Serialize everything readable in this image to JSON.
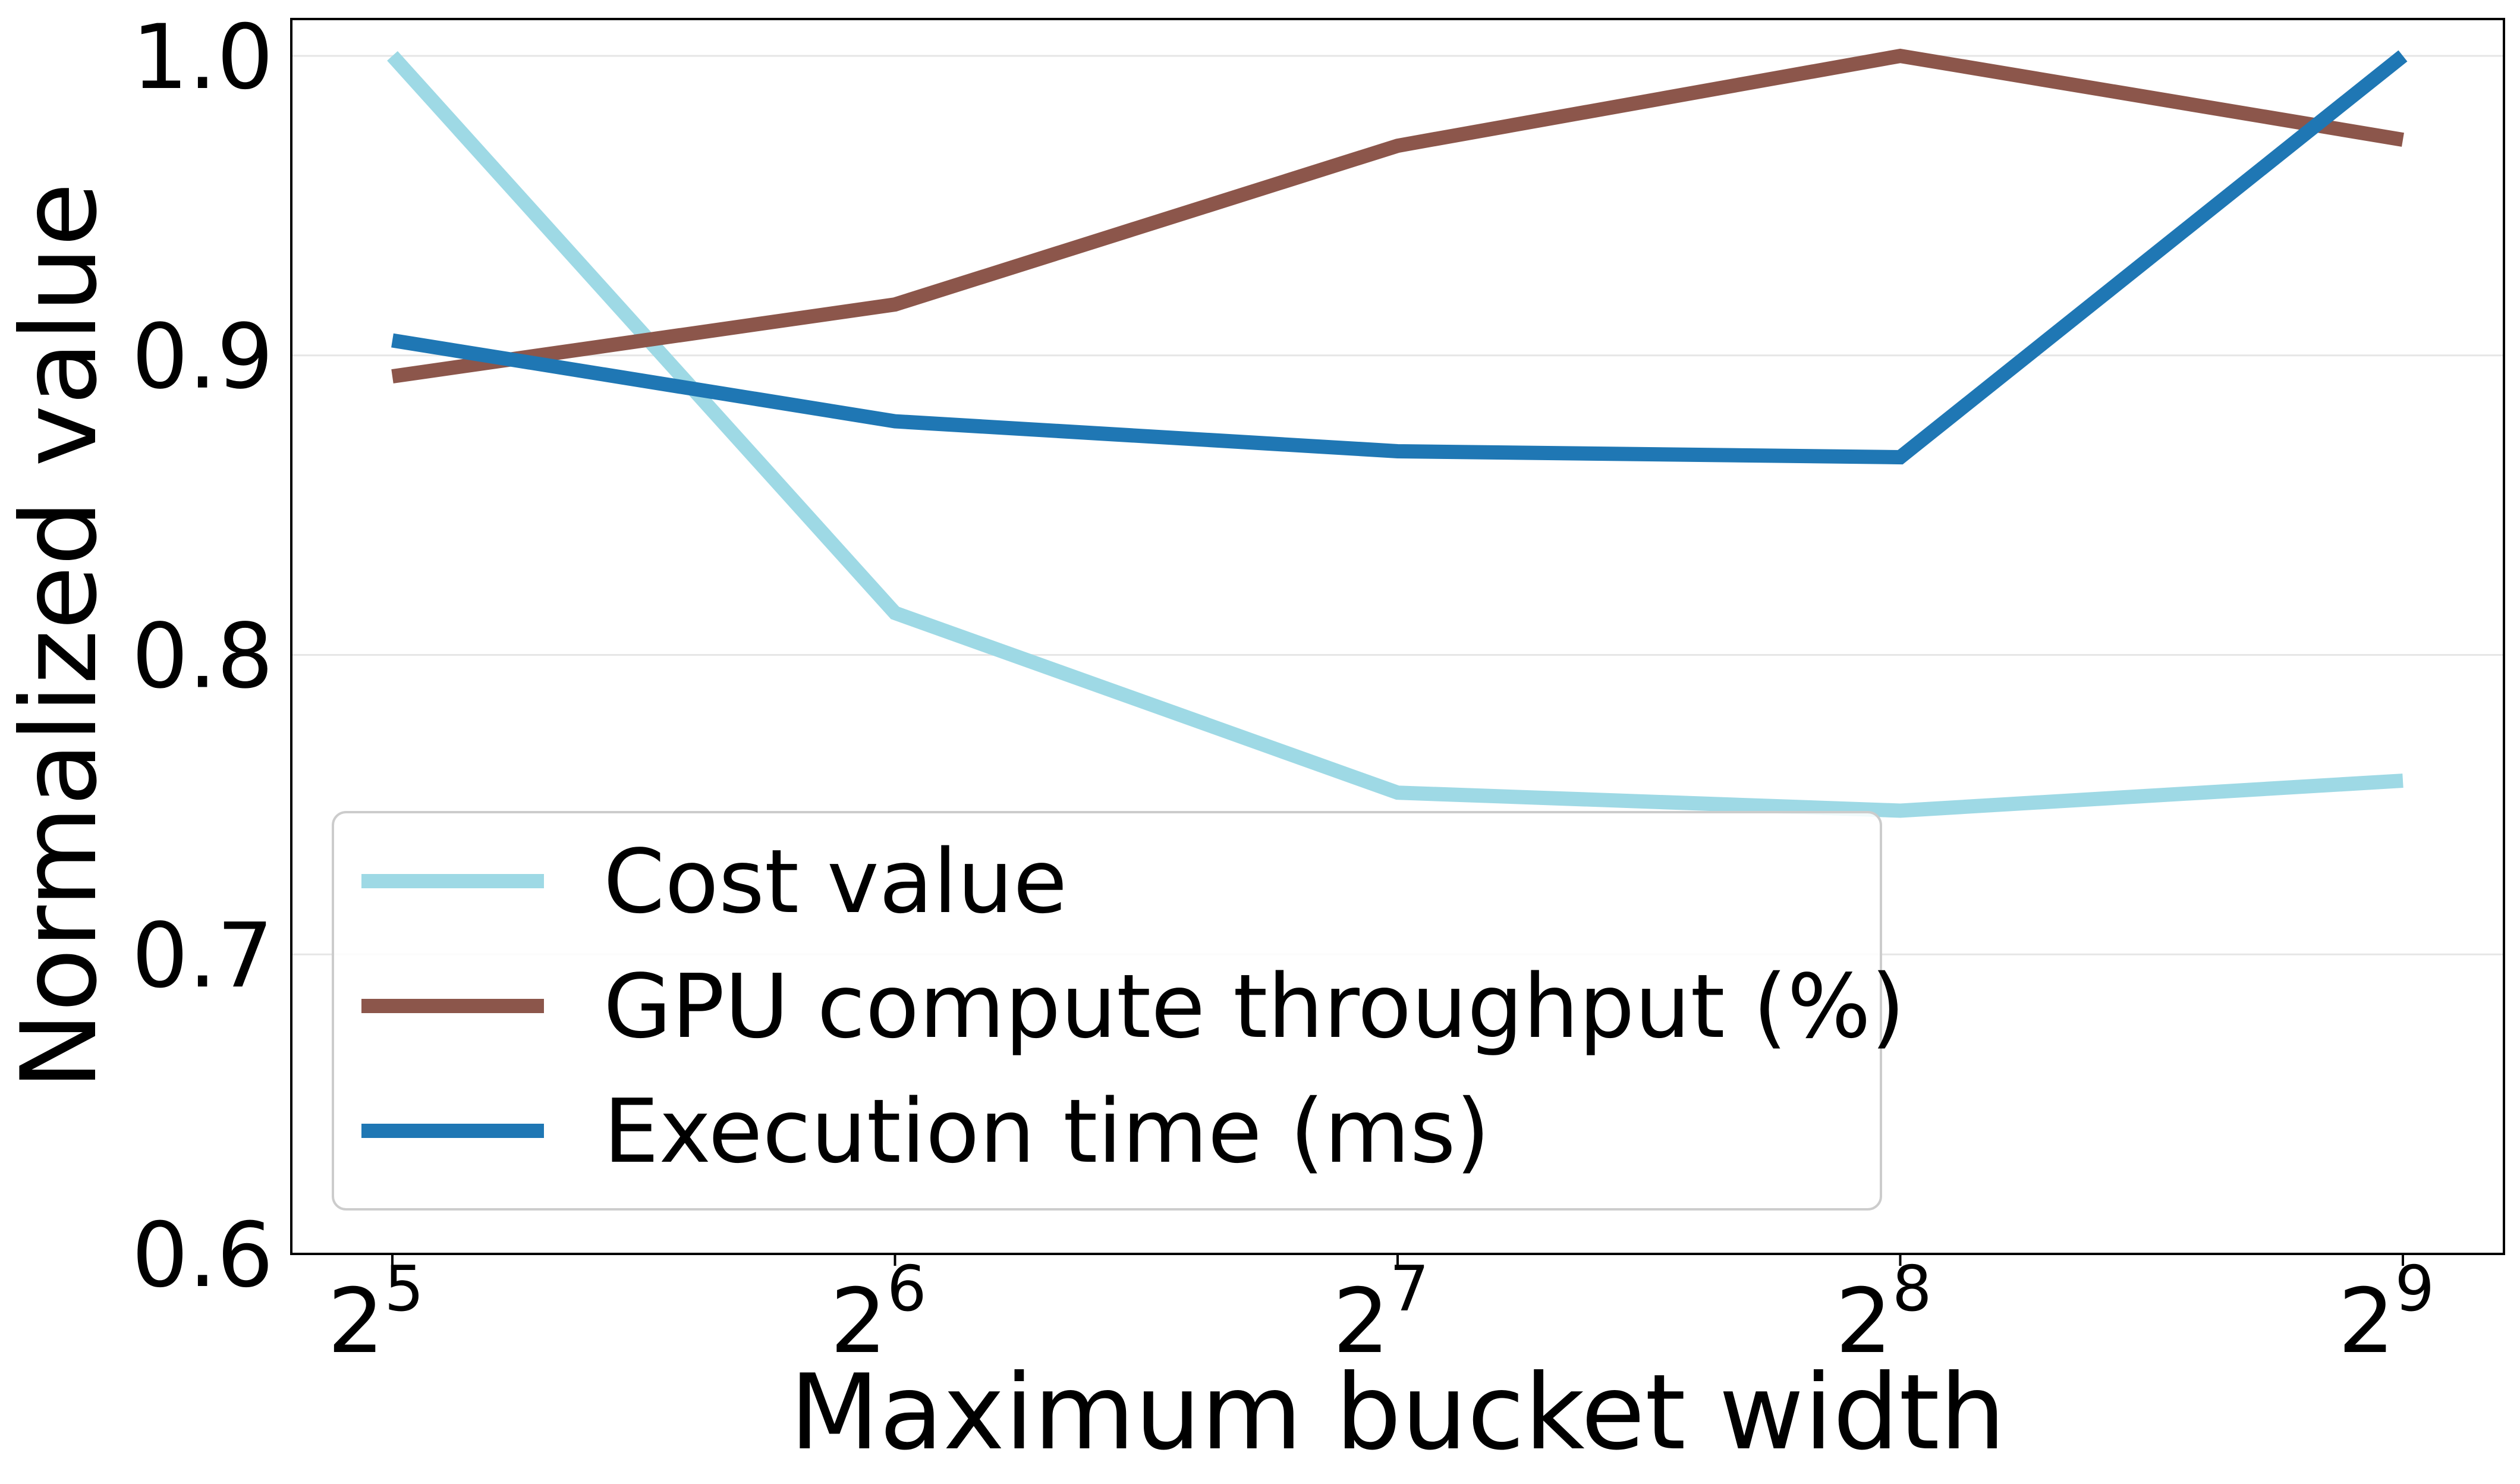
{
  "chart_data": {
    "type": "line",
    "title": "",
    "xlabel": "Maximum bucket width",
    "ylabel": "Normalized value",
    "x": [
      5,
      6,
      7,
      8,
      9
    ],
    "x_tick_labels": [
      {
        "base": "2",
        "exp": "5"
      },
      {
        "base": "2",
        "exp": "6"
      },
      {
        "base": "2",
        "exp": "7"
      },
      {
        "base": "2",
        "exp": "8"
      },
      {
        "base": "2",
        "exp": "9"
      }
    ],
    "x_scale": "log2",
    "ylim": [
      0.6,
      1.0
    ],
    "y_ticks": [
      0.6,
      0.7,
      0.8,
      0.9,
      1.0
    ],
    "y_tick_labels": [
      "0.6",
      "0.7",
      "0.8",
      "0.9",
      "1.0"
    ],
    "grid": "horizontal",
    "legend_position": "lower-left",
    "series": [
      {
        "name": "Cost value",
        "color": "#9ed9e5",
        "values": [
          1.0,
          0.814,
          0.754,
          0.748,
          0.758
        ]
      },
      {
        "name": "GPU compute throughput (%)",
        "color": "#8c564b",
        "values": [
          0.893,
          0.917,
          0.97,
          1.0,
          0.972
        ]
      },
      {
        "name": "Execution time (ms)",
        "color": "#1f77b4",
        "values": [
          0.905,
          0.878,
          0.868,
          0.866,
          1.0
        ]
      }
    ]
  }
}
